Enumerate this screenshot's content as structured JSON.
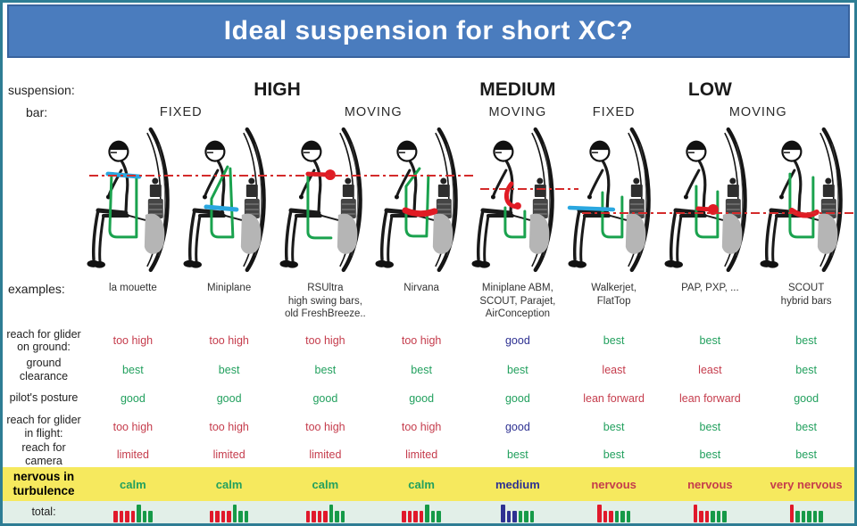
{
  "title": "Ideal suspension for short XC?",
  "colors": {
    "red": "#c53c4c",
    "green": "#22a05e",
    "navy": "#2e3192",
    "bar_red": "#e0192b",
    "bar_green": "#169a48",
    "bar_navy": "#2e3192",
    "banner_blue": "#4a7cbe",
    "yellow_row": "#f6e95e",
    "mint_row": "#e2efe8",
    "dashed_line": "#d42b2b",
    "harness_green": "#1aa24e",
    "fixed_bar_blue": "#2aa7e0",
    "moving_bar_red": "#e01b24"
  },
  "header": {
    "suspension_label": "suspension:",
    "bar_label": "bar:",
    "suspension_groups": [
      {
        "label": "HIGH",
        "span": 4
      },
      {
        "label": "MEDIUM",
        "span": 1
      },
      {
        "label": "LOW",
        "span": 3
      }
    ],
    "bar_groups": [
      {
        "label": "FIXED",
        "span": 2
      },
      {
        "label": "MOVING",
        "span": 2
      },
      {
        "label": "MOVING",
        "span": 1
      },
      {
        "label": "FIXED",
        "span": 1
      },
      {
        "label": "MOVING",
        "span": 2
      }
    ]
  },
  "examples_label": "examples:",
  "columns": [
    {
      "id": "la-mouette",
      "example_lines": [
        "la mouette"
      ],
      "figure_style": "high-fixed-shoulder-bar"
    },
    {
      "id": "miniplane",
      "example_lines": [
        "Miniplane"
      ],
      "figure_style": "high-fixed-apex-waist-bar"
    },
    {
      "id": "rsultra",
      "example_lines": [
        "RSUltra",
        "high swing bars,",
        "old FreshBreeze.."
      ],
      "figure_style": "high-moving-pivot"
    },
    {
      "id": "nirvana",
      "example_lines": [
        "Nirvana"
      ],
      "figure_style": "high-moving-waist-band"
    },
    {
      "id": "miniplane-abm",
      "example_lines": [
        "Miniplane ABM,",
        "SCOUT, Parajet,",
        "AirConception"
      ],
      "figure_style": "medium-moving-hook"
    },
    {
      "id": "walkerjet",
      "example_lines": [
        "Walkerjet,",
        "FlatTop"
      ],
      "figure_style": "low-fixed-long-bar"
    },
    {
      "id": "pap-pxp",
      "example_lines": [
        "PAP, PXP, ..."
      ],
      "figure_style": "low-moving-pivot"
    },
    {
      "id": "scout",
      "example_lines": [
        "SCOUT",
        "hybrid bars"
      ],
      "figure_style": "low-moving-hybrid"
    }
  ],
  "rows": [
    {
      "id": "reach-glider-ground",
      "label_lines": [
        "reach for glider",
        "on ground:"
      ],
      "values": [
        {
          "text": "too high",
          "color": "red"
        },
        {
          "text": "too high",
          "color": "red"
        },
        {
          "text": "too high",
          "color": "red"
        },
        {
          "text": "too high",
          "color": "red"
        },
        {
          "text": "good",
          "color": "navy"
        },
        {
          "text": "best",
          "color": "green"
        },
        {
          "text": "best",
          "color": "green"
        },
        {
          "text": "best",
          "color": "green"
        }
      ]
    },
    {
      "id": "ground-clearance",
      "label_lines": [
        "ground",
        "clearance"
      ],
      "values": [
        {
          "text": "best",
          "color": "green"
        },
        {
          "text": "best",
          "color": "green"
        },
        {
          "text": "best",
          "color": "green"
        },
        {
          "text": "best",
          "color": "green"
        },
        {
          "text": "best",
          "color": "green"
        },
        {
          "text": "least",
          "color": "red"
        },
        {
          "text": "least",
          "color": "red"
        },
        {
          "text": "best",
          "color": "green"
        }
      ]
    },
    {
      "id": "pilots-posture",
      "label_lines": [
        "pilot's  posture"
      ],
      "values": [
        {
          "text": "good",
          "color": "green"
        },
        {
          "text": "good",
          "color": "green"
        },
        {
          "text": "good",
          "color": "green"
        },
        {
          "text": "good",
          "color": "green"
        },
        {
          "text": "good",
          "color": "green"
        },
        {
          "text": "lean forward",
          "color": "red"
        },
        {
          "text": "lean forward",
          "color": "red"
        },
        {
          "text": "good",
          "color": "green"
        }
      ]
    },
    {
      "id": "reach-glider-flight",
      "label_lines": [
        "reach for glider",
        "in flight:"
      ],
      "values": [
        {
          "text": "too high",
          "color": "red"
        },
        {
          "text": "too high",
          "color": "red"
        },
        {
          "text": "too high",
          "color": "red"
        },
        {
          "text": "too high",
          "color": "red"
        },
        {
          "text": "good",
          "color": "navy"
        },
        {
          "text": "best",
          "color": "green"
        },
        {
          "text": "best",
          "color": "green"
        },
        {
          "text": "best",
          "color": "green"
        }
      ]
    },
    {
      "id": "reach-for-camera",
      "label_lines": [
        "reach for",
        "camera"
      ],
      "values": [
        {
          "text": "limited",
          "color": "red"
        },
        {
          "text": "limited",
          "color": "red"
        },
        {
          "text": "limited",
          "color": "red"
        },
        {
          "text": "limited",
          "color": "red"
        },
        {
          "text": "best",
          "color": "green"
        },
        {
          "text": "best",
          "color": "green"
        },
        {
          "text": "best",
          "color": "green"
        },
        {
          "text": "best",
          "color": "green"
        }
      ]
    }
  ],
  "turbulence_row": {
    "id": "nervous-in-turbulence",
    "label_lines": [
      "nervous in",
      "turbulence"
    ],
    "values": [
      {
        "text": "calm",
        "color": "green"
      },
      {
        "text": "calm",
        "color": "green"
      },
      {
        "text": "calm",
        "color": "green"
      },
      {
        "text": "calm",
        "color": "green"
      },
      {
        "text": "medium",
        "color": "navy"
      },
      {
        "text": "nervous",
        "color": "red"
      },
      {
        "text": "nervous",
        "color": "red"
      },
      {
        "text": "very nervous",
        "color": "red"
      }
    ]
  },
  "total_row": {
    "label": "total:",
    "bar_patterns": [
      "rrrrGgg",
      "rrrrGgg",
      "rrrrGgg",
      "rrrrGgg",
      "Nnnggg",
      "Rrrggg",
      "Rrrggg",
      "Rggggg"
    ]
  }
}
